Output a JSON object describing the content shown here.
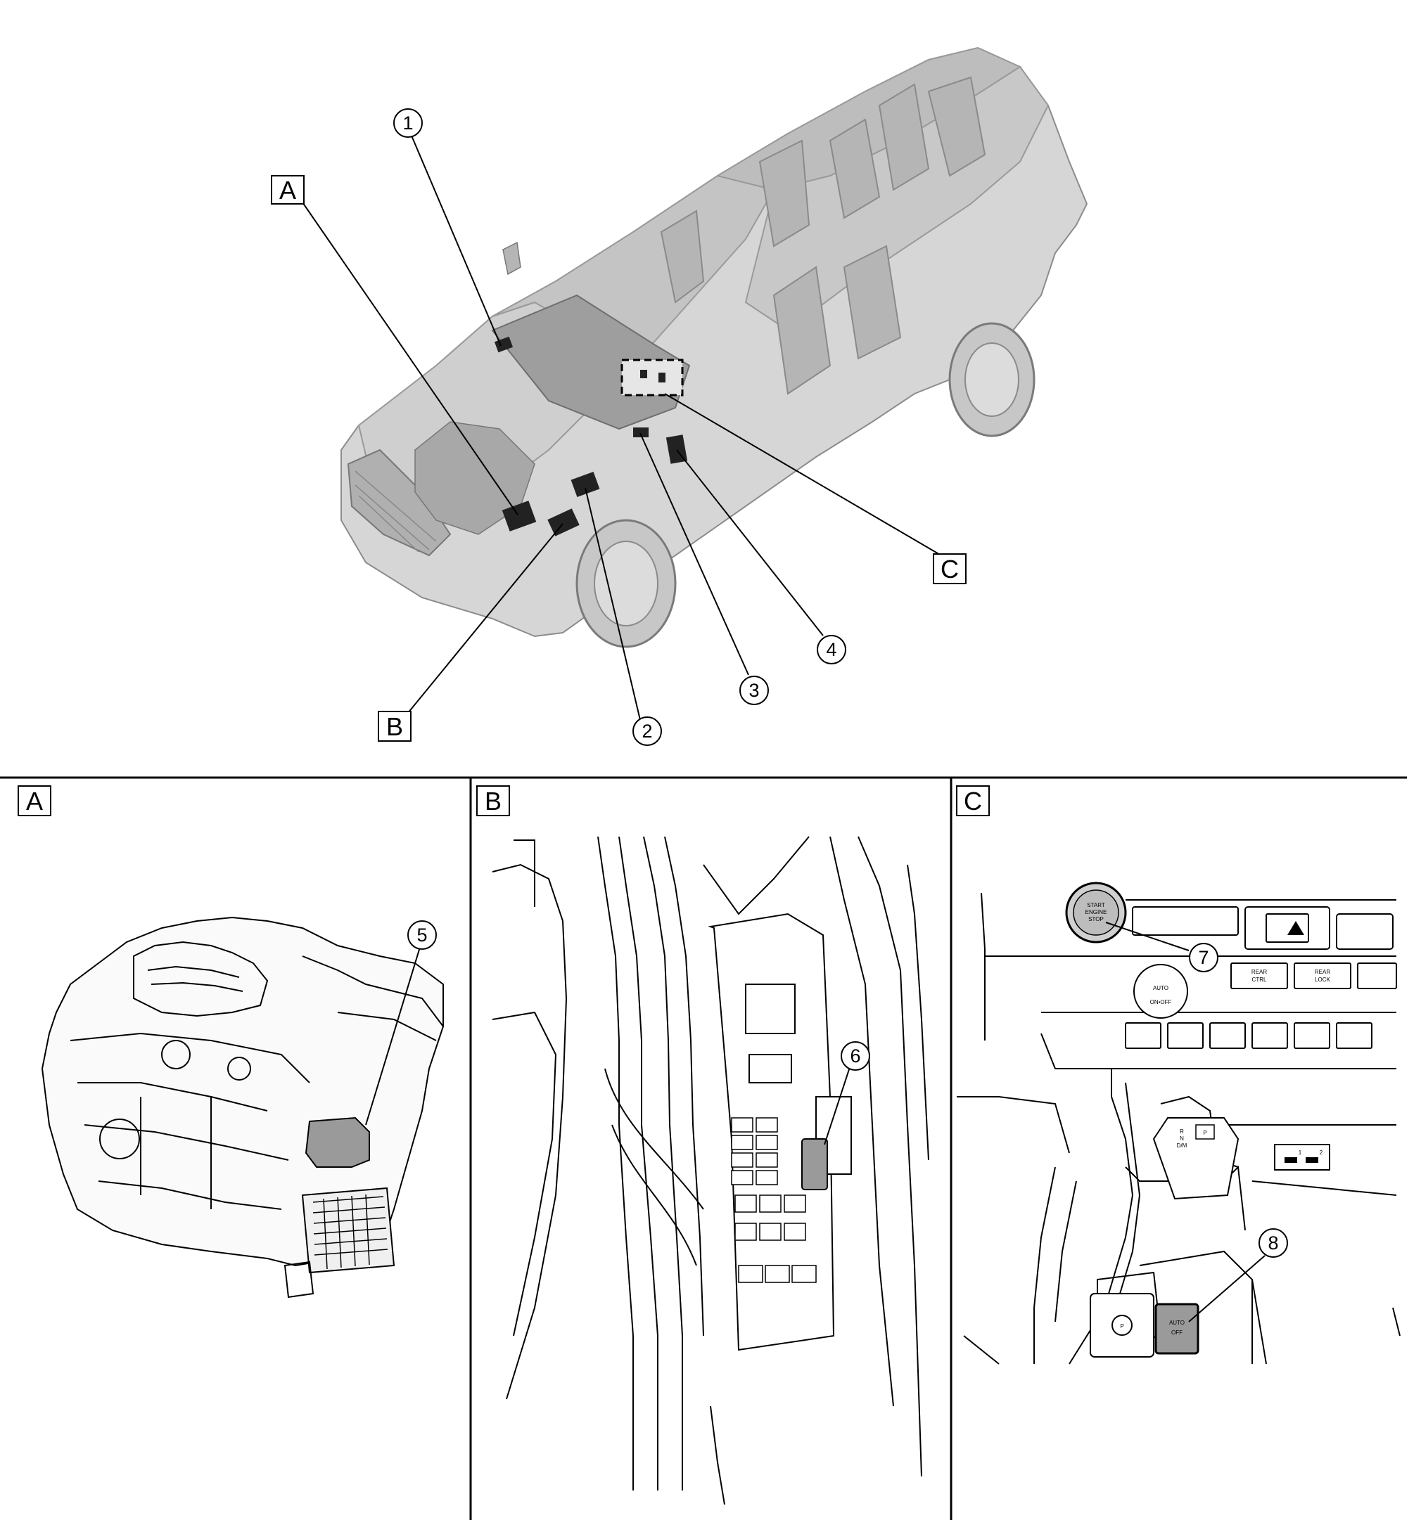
{
  "overview": {
    "callouts": [
      "1",
      "2",
      "3",
      "4"
    ],
    "views": [
      "A",
      "B",
      "C"
    ]
  },
  "panels": {
    "A": {
      "label": "A",
      "callout": "5"
    },
    "B": {
      "label": "B",
      "callout": "6"
    },
    "C": {
      "label": "C",
      "callouts": [
        "7",
        "8"
      ],
      "console_text": {
        "start_line1": "START",
        "start_line2": "ENGINE",
        "start_line3": "STOP",
        "auto": "AUTO",
        "on_off": "ON•OFF",
        "rear_ctrl_1": "REAR",
        "rear_ctrl_2": "CTRL",
        "rear_lock_1": "REAR",
        "rear_lock_2": "LOCK",
        "gear_r": "R",
        "gear_n": "N",
        "gear_dm": "D/M",
        "gear_p": "P",
        "usb_1": "1",
        "usb_2": "2",
        "auto_btn": "AUTO",
        "off_btn": "OFF"
      }
    }
  },
  "colors": {
    "ink": "#000000",
    "car_body": "#d6d6d6",
    "car_shade": "#bdbdbd",
    "highlight": "#9a9a9a"
  }
}
